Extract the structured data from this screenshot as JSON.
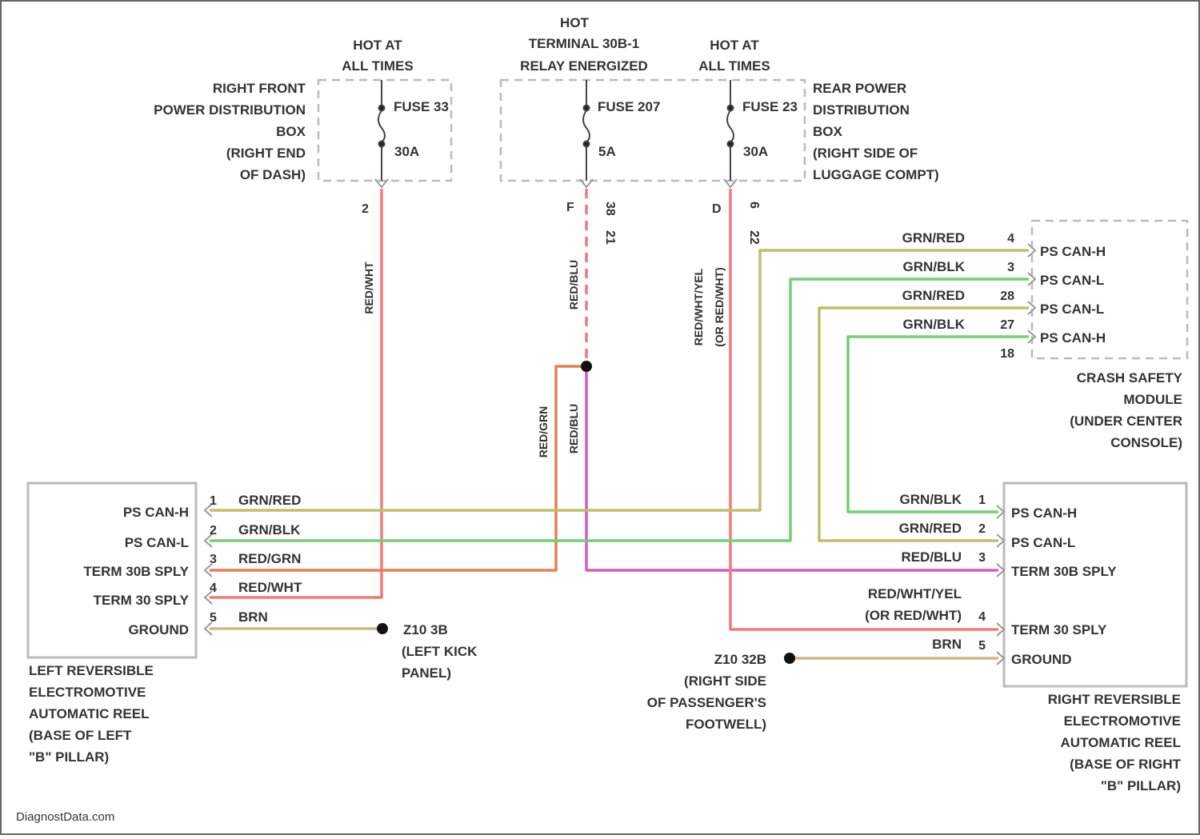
{
  "colors": {
    "red": "#f07a7a",
    "pink": "#d45cc0",
    "orange": "#e78050",
    "olive": "#c2bd6a",
    "green": "#74cf74",
    "tan": "#cfb784",
    "outline": "#bbbbbb",
    "text": "#333333",
    "background": "#ffffff"
  },
  "fuse_groups": {
    "left": {
      "header": [
        "HOT AT",
        "ALL TIMES"
      ],
      "fuse_label": "FUSE 33",
      "amp_label": "30A",
      "source_label": [
        "RIGHT FRONT",
        "POWER DISTRIBUTION",
        "BOX",
        "(RIGHT END",
        "OF DASH)"
      ],
      "cavity": "2"
    },
    "middle": {
      "header": [
        "HOT",
        "TERMINAL 30B-1",
        "RELAY ENERGIZED"
      ],
      "fuse_label": "FUSE 207",
      "amp_label": "5A",
      "cavity_a": "F",
      "cavity_b": "38",
      "cavity_c": "21"
    },
    "right": {
      "header": [
        "HOT AT",
        "ALL TIMES"
      ],
      "fuse_label": "FUSE 23",
      "amp_label": "30A",
      "source_label": [
        "REAR POWER",
        "DISTRIBUTION",
        "BOX",
        "(RIGHT SIDE OF",
        "LUGGAGE COMPT)"
      ],
      "cavity_a": "D",
      "cavity_b": "6",
      "cavity_c": "22"
    }
  },
  "wire_labels": {
    "red_wht_vertical": "RED/WHT",
    "red_blu_vertical": "RED/BLU",
    "red_blu_lower": "RED/BLU",
    "red_grn_lower": "RED/GRN",
    "red_wht_yel_vertical": "RED/WHT/YEL",
    "or_red_wht_vertical": "(OR RED/WHT)"
  },
  "crash_module": {
    "title": [
      "CRASH SAFETY",
      "MODULE",
      "(UNDER CENTER",
      "CONSOLE)"
    ],
    "pins": [
      {
        "wire": "GRN/RED",
        "num": "4",
        "signal": "PS CAN-H"
      },
      {
        "wire": "GRN/BLK",
        "num": "3",
        "signal": "PS CAN-L"
      },
      {
        "wire": "GRN/RED",
        "num": "28",
        "signal": "PS CAN-L"
      },
      {
        "wire": "GRN/BLK",
        "num": "27",
        "signal": "PS CAN-H"
      }
    ],
    "extra_pin": "18"
  },
  "left_reel": {
    "title": [
      "LEFT REVERSIBLE",
      "ELECTROMOTIVE",
      "AUTOMATIC REEL",
      "(BASE OF LEFT",
      "\"B\" PILLAR)"
    ],
    "pins": [
      {
        "num": "1",
        "wire": "GRN/RED",
        "signal": "PS CAN-H"
      },
      {
        "num": "2",
        "wire": "GRN/BLK",
        "signal": "PS CAN-L"
      },
      {
        "num": "3",
        "wire": "RED/GRN",
        "signal": "TERM 30B SPLY"
      },
      {
        "num": "4",
        "wire": "RED/WHT",
        "signal": "TERM 30 SPLY"
      },
      {
        "num": "5",
        "wire": "BRN",
        "signal": "GROUND"
      }
    ]
  },
  "right_reel": {
    "title": [
      "RIGHT REVERSIBLE",
      "ELECTROMOTIVE",
      "AUTOMATIC REEL",
      "(BASE OF RIGHT",
      "\"B\" PILLAR)"
    ],
    "pins": [
      {
        "num": "1",
        "wire": "GRN/BLK",
        "signal": "PS CAN-H"
      },
      {
        "num": "2",
        "wire": "GRN/RED",
        "signal": "PS CAN-L"
      },
      {
        "num": "3",
        "wire": "RED/BLU",
        "signal": "TERM 30B SPLY"
      },
      {
        "num": "4",
        "wire": "RED/WHT/YEL",
        "wire2": "(OR RED/WHT)",
        "signal": "TERM 30 SPLY"
      },
      {
        "num": "5",
        "wire": "BRN",
        "signal": "GROUND"
      }
    ]
  },
  "grounds": {
    "left": {
      "id": "Z10 3B",
      "location": [
        "(LEFT KICK",
        "PANEL)"
      ]
    },
    "right": {
      "id": "Z10 32B",
      "location": [
        "(RIGHT SIDE",
        "OF PASSENGER'S",
        "FOOTWELL)"
      ]
    }
  },
  "watermark": "DiagnostData.com"
}
